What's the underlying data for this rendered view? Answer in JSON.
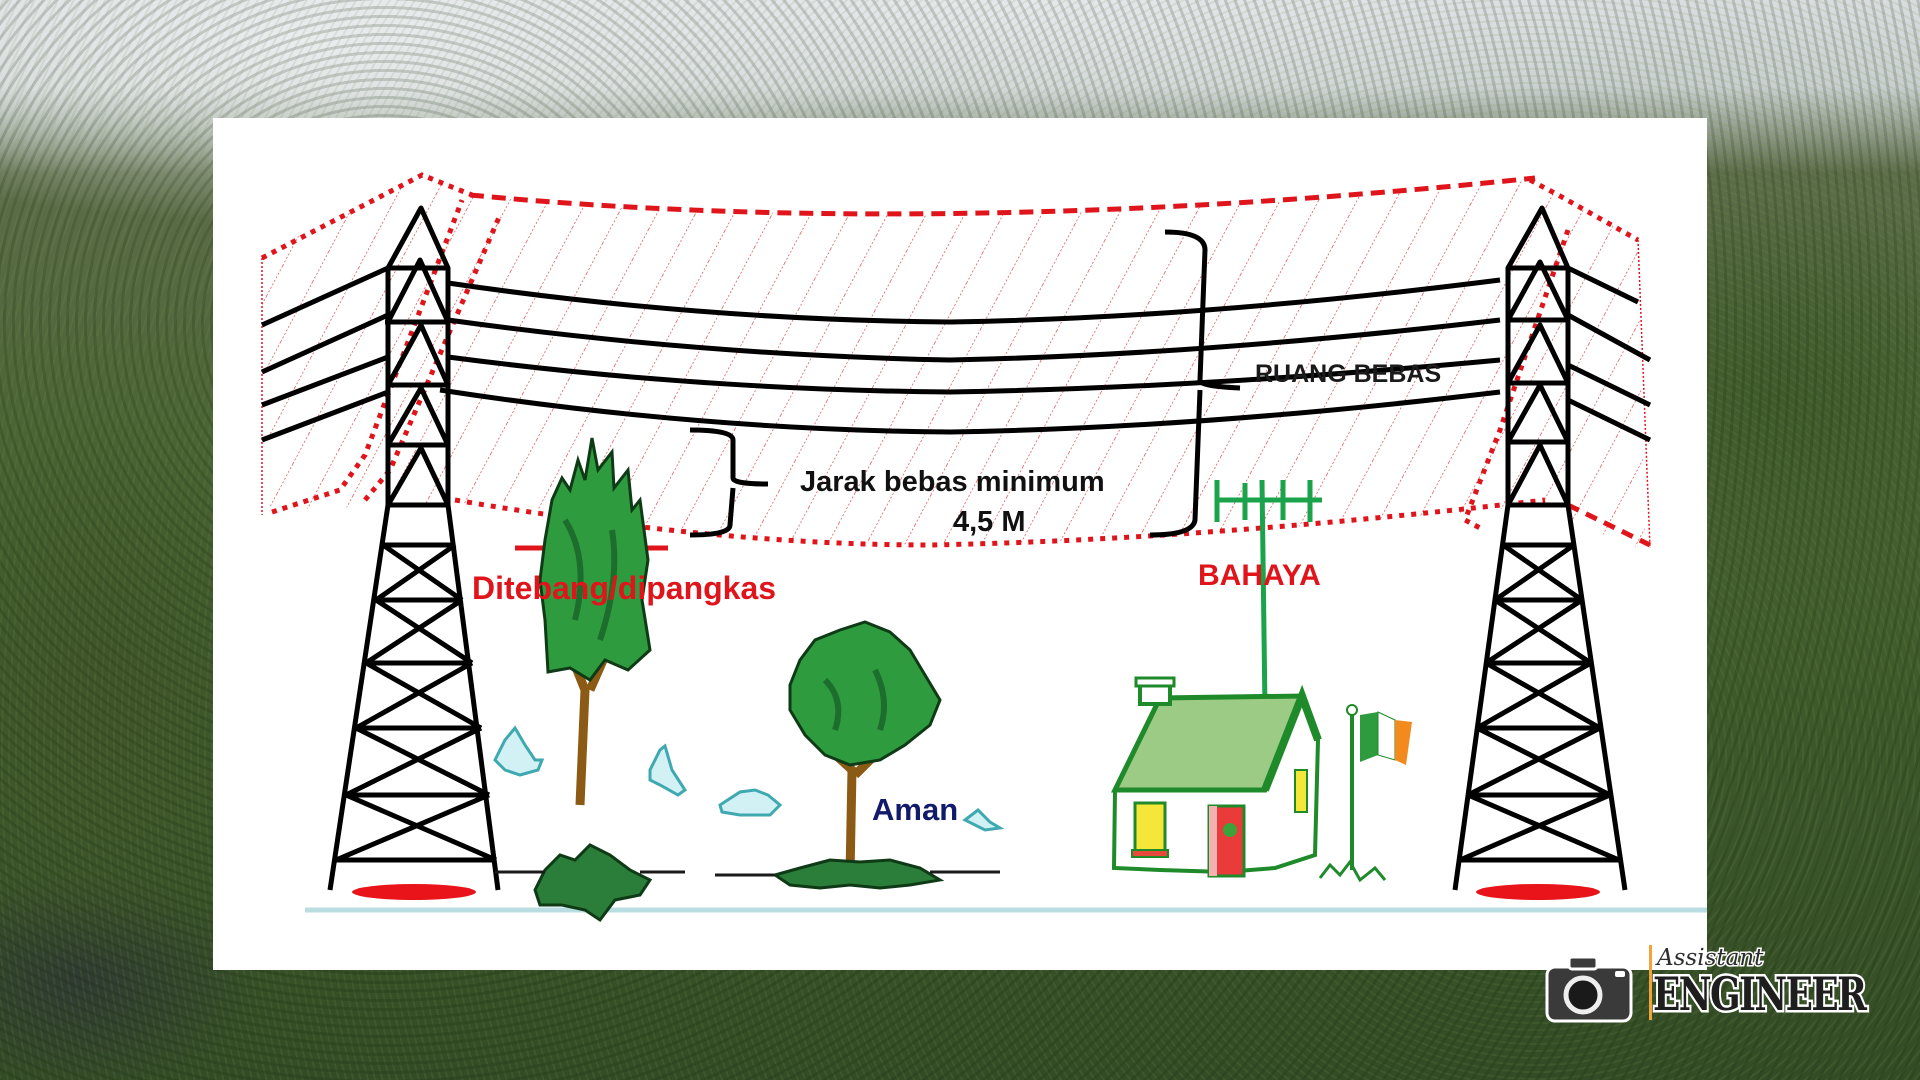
{
  "diagram": {
    "title": "Ruang bebas dan jarak bebas minimum saluran transmisi",
    "labels": {
      "ruang_bebas": "RUANG BEBAS",
      "jarak_bebas_line1": "Jarak bebas minimum",
      "jarak_bebas_line2": "4,5 M",
      "ditebang": "Ditebang/dipangkas",
      "bahaya": "BAHAYA",
      "aman": "Aman"
    },
    "elements": [
      {
        "name": "transmission-tower-left",
        "type": "lattice tower"
      },
      {
        "name": "transmission-tower-right",
        "type": "lattice tower"
      },
      {
        "name": "conductor-lines",
        "count": 4
      },
      {
        "name": "clearance-zone",
        "style": "red dotted boundary with red hatching"
      },
      {
        "name": "tall-tree",
        "status": "Ditebang/dipangkas"
      },
      {
        "name": "short-tree",
        "status": "Aman"
      },
      {
        "name": "house-with-antenna",
        "status": "BAHAYA"
      },
      {
        "name": "flagpole",
        "flag": "green-white-orange tricolour"
      }
    ],
    "colors": {
      "danger_red": "#e0151b",
      "safe_navy": "#121a6b",
      "antenna_green": "#1aa34a",
      "ground_line": "#b9dde0",
      "tower_base": "#e8141a"
    }
  },
  "watermark": {
    "script": "Assistant",
    "brand": "ENGINEER",
    "icon": "camera-icon",
    "accent": "#f2a33a"
  }
}
